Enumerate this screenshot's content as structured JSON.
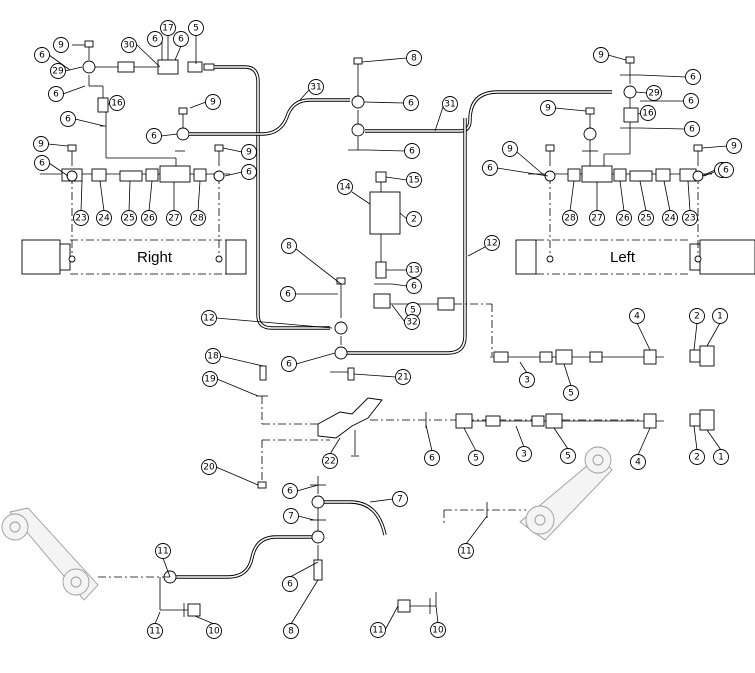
{
  "diagram": {
    "labels": {
      "right": "Right",
      "left": "Left"
    },
    "callouts": [
      {
        "n": "9"
      },
      {
        "n": "30"
      },
      {
        "n": "6"
      },
      {
        "n": "17"
      },
      {
        "n": "6"
      },
      {
        "n": "5"
      },
      {
        "n": "6"
      },
      {
        "n": "29"
      },
      {
        "n": "6"
      },
      {
        "n": "16"
      },
      {
        "n": "6"
      },
      {
        "n": "9"
      },
      {
        "n": "6"
      },
      {
        "n": "9"
      },
      {
        "n": "6"
      },
      {
        "n": "9"
      },
      {
        "n": "6"
      },
      {
        "n": "23"
      },
      {
        "n": "24"
      },
      {
        "n": "25"
      },
      {
        "n": "26"
      },
      {
        "n": "27"
      },
      {
        "n": "28"
      },
      {
        "n": "31"
      },
      {
        "n": "8"
      },
      {
        "n": "6"
      },
      {
        "n": "6"
      },
      {
        "n": "15"
      },
      {
        "n": "14"
      },
      {
        "n": "2"
      },
      {
        "n": "13"
      },
      {
        "n": "6"
      },
      {
        "n": "5"
      },
      {
        "n": "32"
      },
      {
        "n": "12"
      },
      {
        "n": "8"
      },
      {
        "n": "6"
      },
      {
        "n": "12"
      },
      {
        "n": "6"
      },
      {
        "n": "9"
      },
      {
        "n": "6"
      },
      {
        "n": "29"
      },
      {
        "n": "6"
      },
      {
        "n": "16"
      },
      {
        "n": "31"
      },
      {
        "n": "9"
      },
      {
        "n": "6"
      },
      {
        "n": "9"
      },
      {
        "n": "6"
      },
      {
        "n": "9"
      },
      {
        "n": "6"
      },
      {
        "n": "28"
      },
      {
        "n": "27"
      },
      {
        "n": "26"
      },
      {
        "n": "25"
      },
      {
        "n": "24"
      },
      {
        "n": "23"
      },
      {
        "n": "6"
      },
      {
        "n": "4"
      },
      {
        "n": "2"
      },
      {
        "n": "1"
      },
      {
        "n": "3"
      },
      {
        "n": "5"
      },
      {
        "n": "18"
      },
      {
        "n": "19"
      },
      {
        "n": "21"
      },
      {
        "n": "22"
      },
      {
        "n": "20"
      },
      {
        "n": "6"
      },
      {
        "n": "5"
      },
      {
        "n": "3"
      },
      {
        "n": "5"
      },
      {
        "n": "4"
      },
      {
        "n": "2"
      },
      {
        "n": "1"
      },
      {
        "n": "6"
      },
      {
        "n": "7"
      },
      {
        "n": "7"
      },
      {
        "n": "11"
      },
      {
        "n": "11"
      },
      {
        "n": "10"
      },
      {
        "n": "6"
      },
      {
        "n": "8"
      },
      {
        "n": "11"
      },
      {
        "n": "10"
      },
      {
        "n": "11"
      }
    ]
  }
}
